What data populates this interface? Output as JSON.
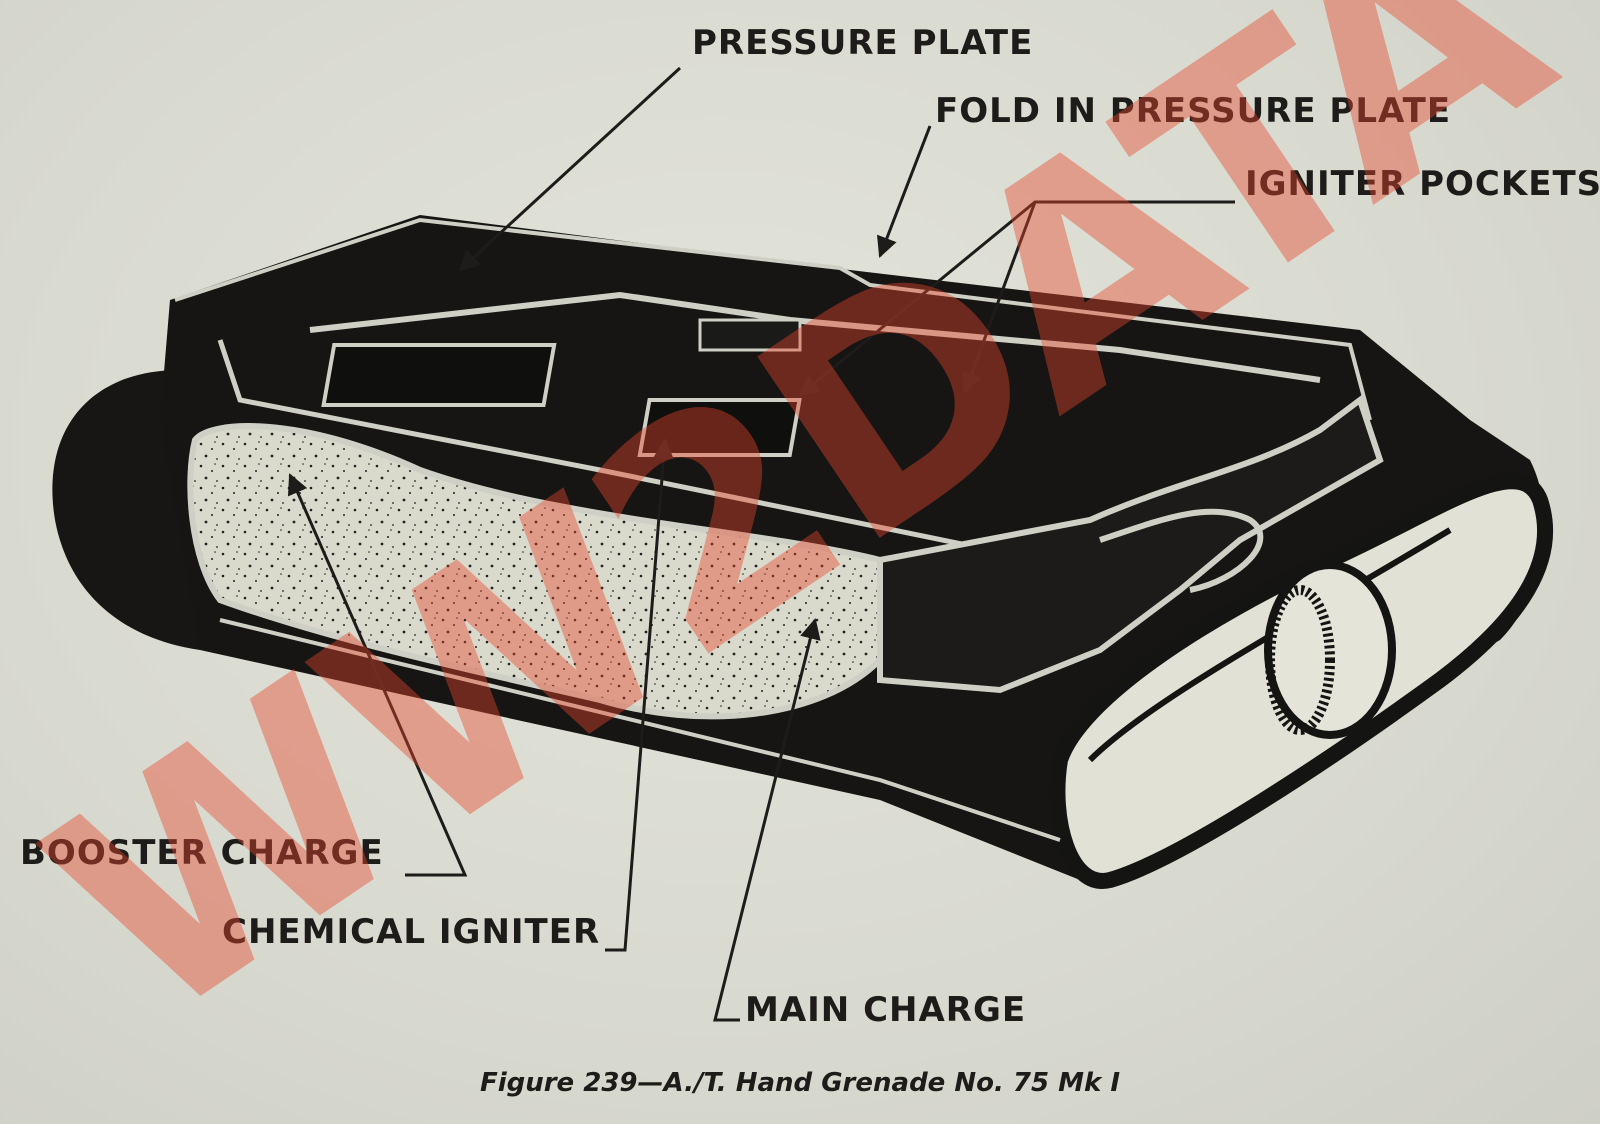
{
  "labels": {
    "pressure_plate": "PRESSURE PLATE",
    "fold_in_pressure_plate": "FOLD IN PRESSURE PLATE",
    "igniter_pockets": "IGNITER POCKETS",
    "booster_charge": "BOOSTER CHARGE",
    "chemical_igniter": "CHEMICAL IGNITER",
    "main_charge": "MAIN CHARGE"
  },
  "caption": "Figure 239—A./T. Hand Grenade No. 75 Mk I",
  "watermark": {
    "text": "WW2DATA",
    "color": "#e8442a"
  },
  "colors": {
    "paper": "#dcddd3",
    "ink": "#1d1c1a"
  }
}
